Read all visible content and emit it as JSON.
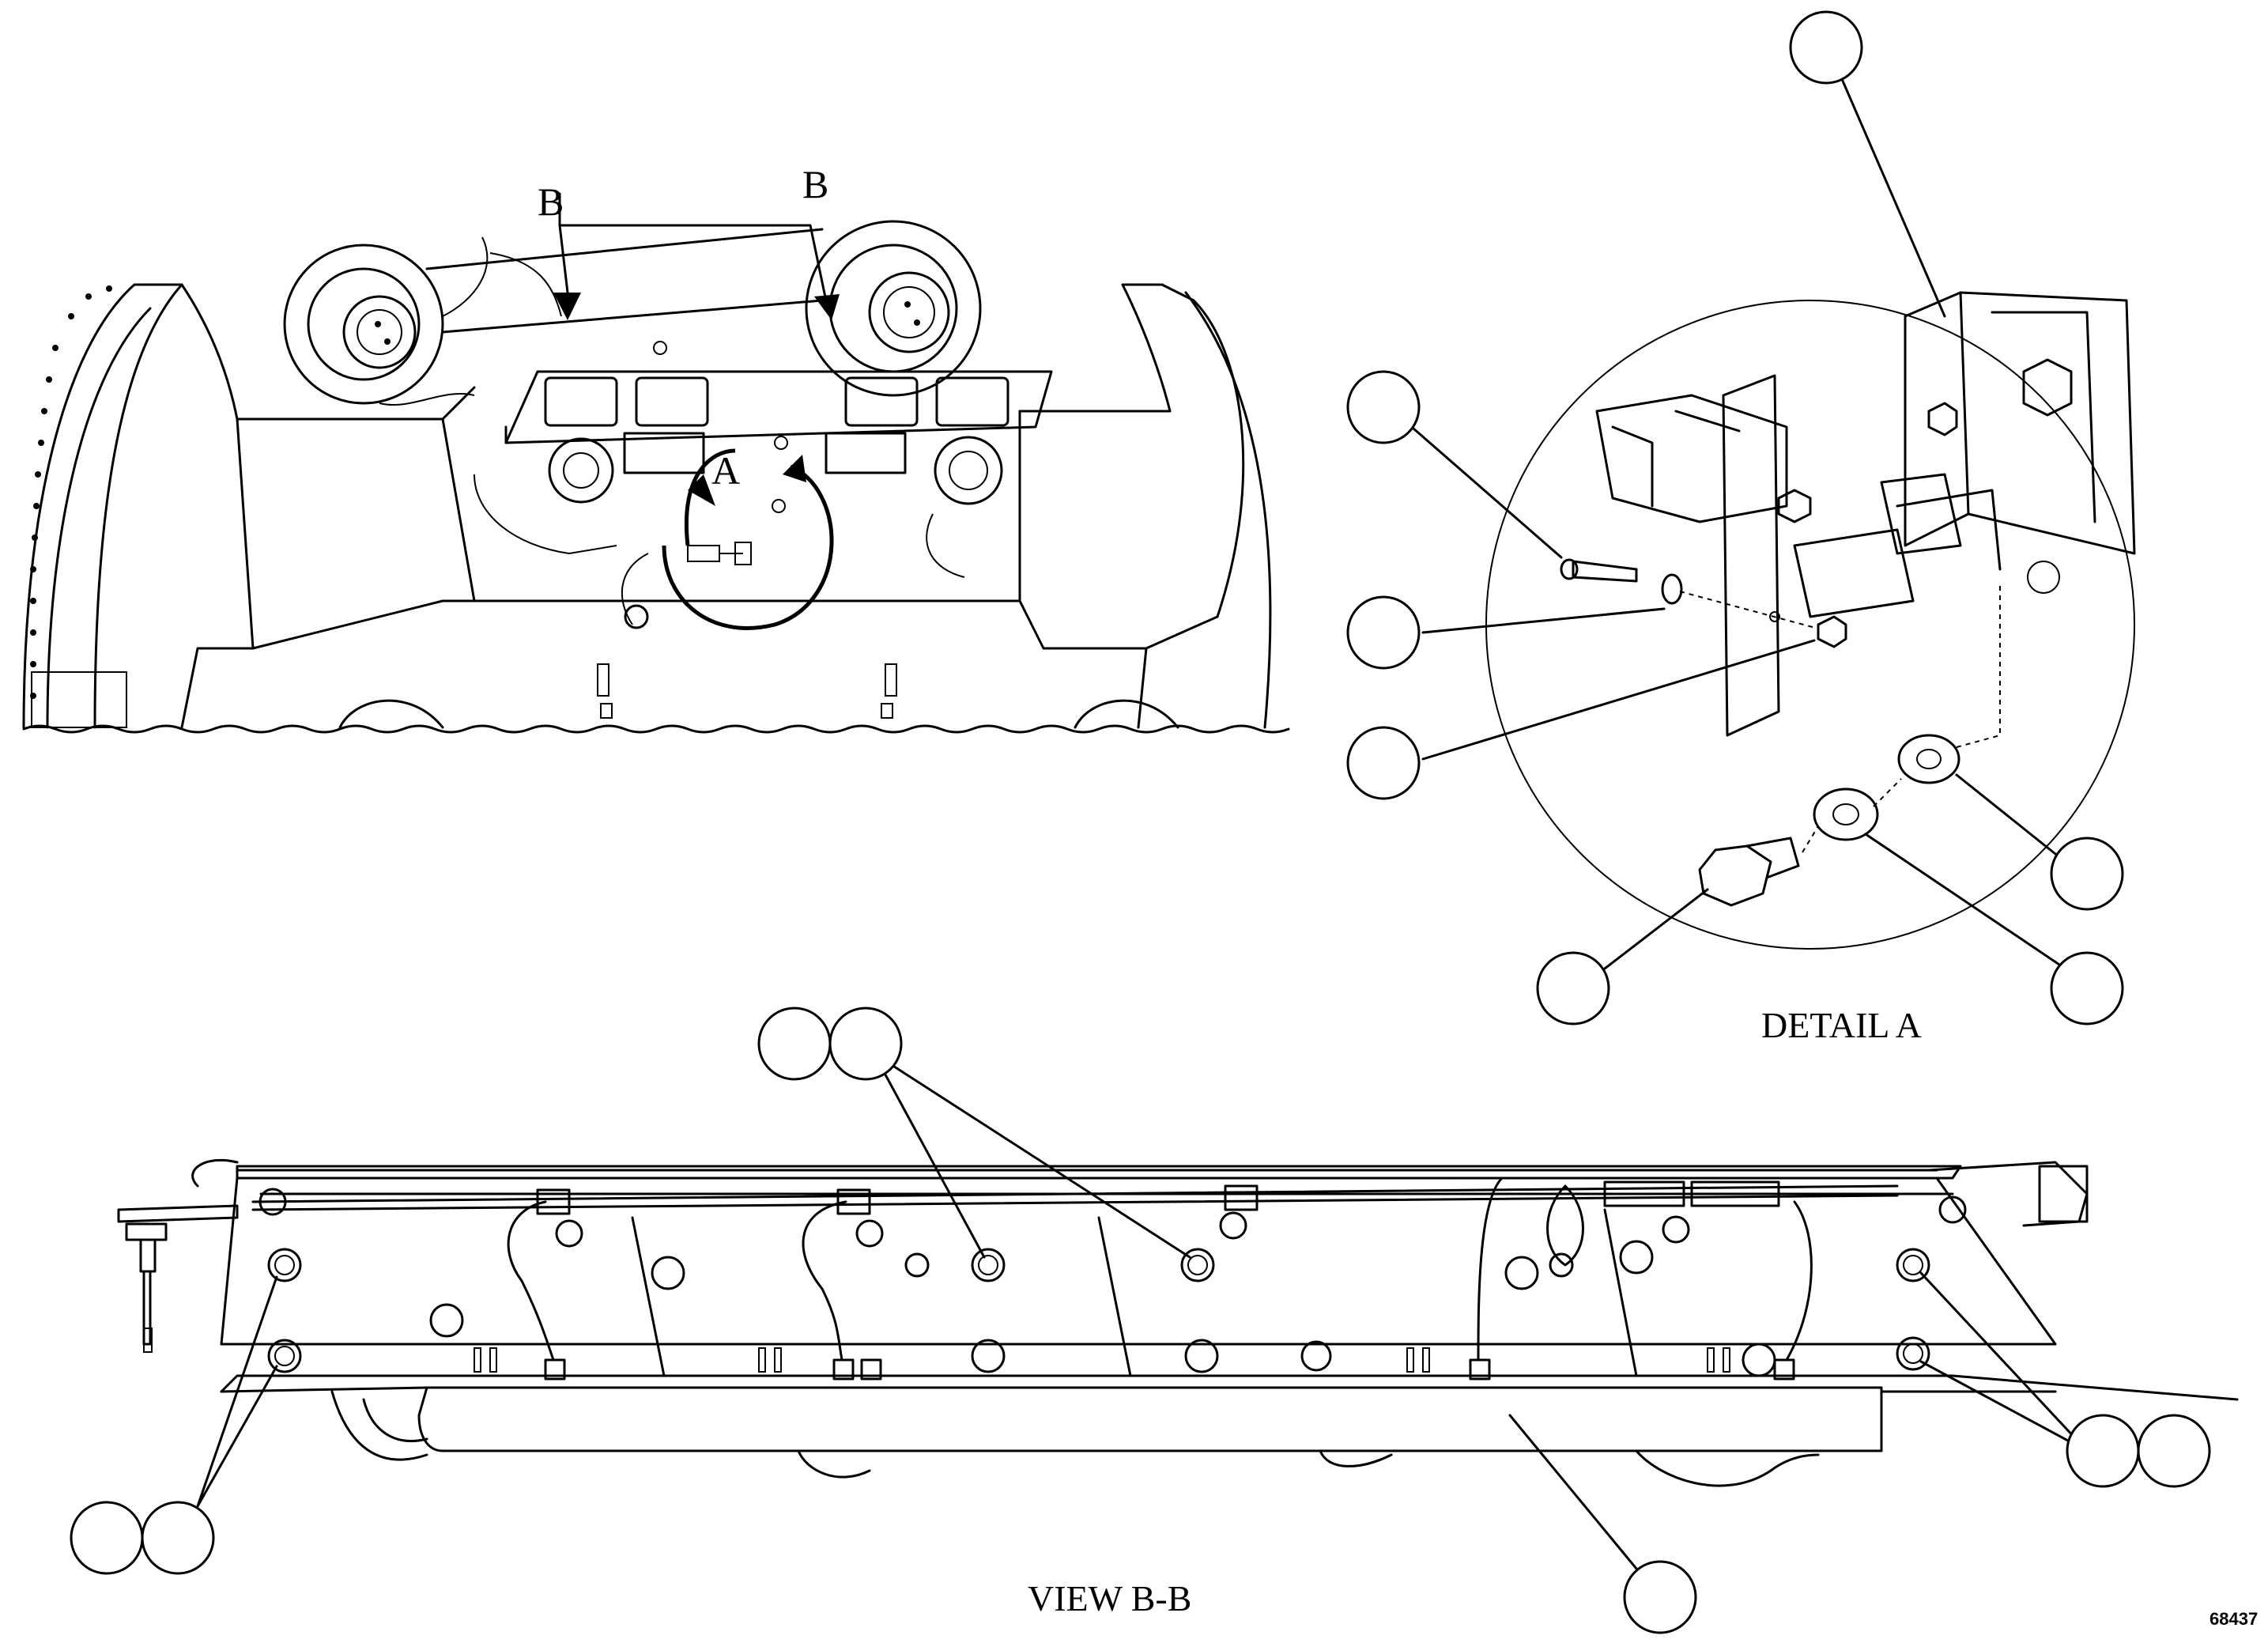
{
  "labels": {
    "view_b_top_left": "B",
    "view_b_top_right": "B",
    "detail_callout": "A",
    "detail_title": "DETAIL A",
    "view_title": "VIEW B-B",
    "figure_number": "68437"
  },
  "colors": {
    "line": "#000000",
    "background": "#ffffff"
  }
}
